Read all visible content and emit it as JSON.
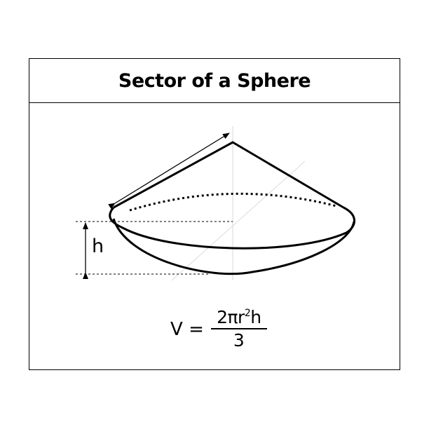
{
  "title": "Sector of a Sphere",
  "diagram": {
    "height_label": "h",
    "elements": [
      "cone-apex",
      "slant-radius-arrow",
      "spherical-cap-bowl",
      "height-arrow",
      "dotted-back-rim",
      "guide-lines"
    ]
  },
  "formula": {
    "lhs": "V",
    "equals": "=",
    "numerator_pre": "2πr",
    "numerator_exp": "2",
    "numerator_post": "h",
    "denominator": "3"
  },
  "colors": {
    "stroke": "#000000",
    "guide": "#d9d9d9",
    "background": "#ffffff"
  }
}
